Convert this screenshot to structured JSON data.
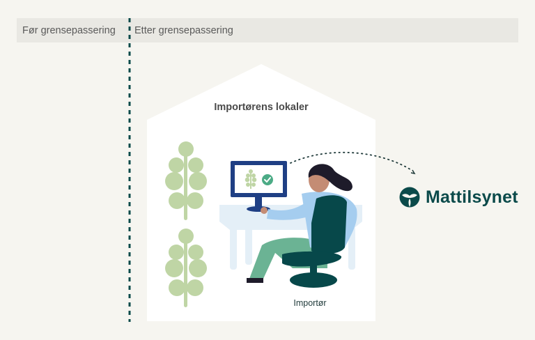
{
  "header": {
    "before_label": "Før grensepassering",
    "after_label": "Etter grensepassering"
  },
  "house": {
    "title": "Importørens lokaler"
  },
  "person": {
    "label": "Importør"
  },
  "logo": {
    "text": "Mattilsynet",
    "icon": "mattilsynet-logo-icon"
  },
  "colors": {
    "background": "#f6f5f0",
    "header_band": "#e9e8e3",
    "house": "#ffffff",
    "border_line": "#0b4a4a",
    "plant_green": "#bfd5a5",
    "monitor_blue": "#1f3f84",
    "desk": "#e4eff7",
    "shirt": "#a5cdef",
    "pants": "#6bb394",
    "chair": "#07484a",
    "hair": "#1e1b2a",
    "skin": "#c48c74",
    "check_green": "#4cab86",
    "brand": "#0b4a4a"
  }
}
